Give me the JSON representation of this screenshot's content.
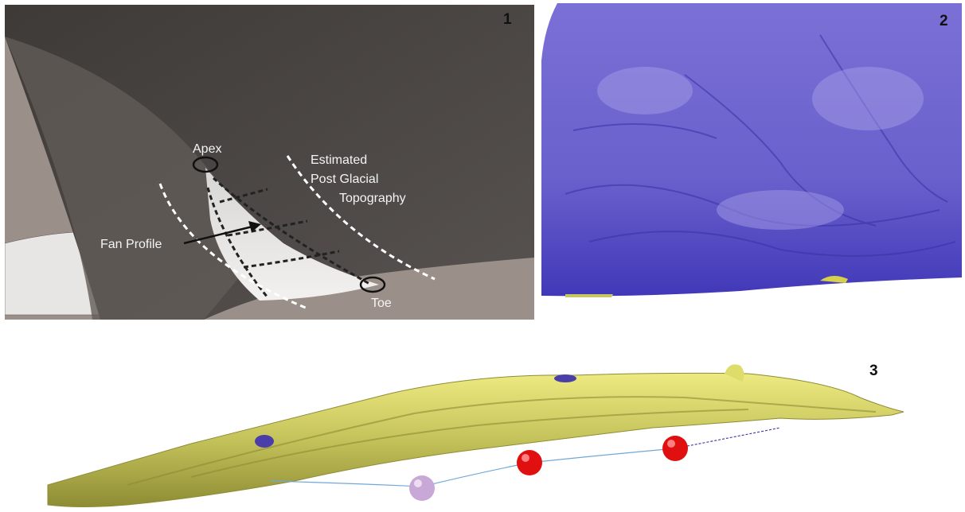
{
  "panels": [
    {
      "number": "1",
      "labels": {
        "apex": "Apex",
        "estimated_line1": "Estimated",
        "estimated_line2": "Post Glacial",
        "estimated_line3": "Topography",
        "fan_profile": "Fan Profile",
        "toe": "Toe"
      }
    },
    {
      "number": "2"
    },
    {
      "number": "3"
    }
  ],
  "colors": {
    "panel1_background": "#9b9089",
    "panel1_surface": "#4a4543",
    "panel2_surface": "#6b60c6",
    "panel3_surface": "#c9c860",
    "sphere_red": "#e01010",
    "sphere_lilac": "#c8a8d6",
    "sphere_blue": "#4a3fa8"
  }
}
